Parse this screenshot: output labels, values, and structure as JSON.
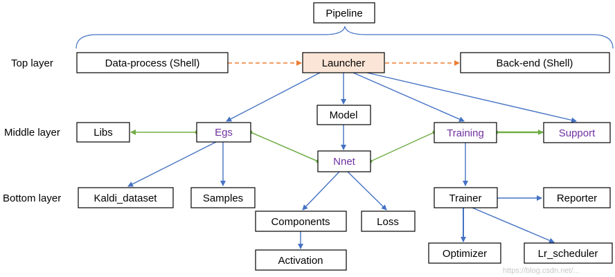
{
  "title": "Pipeline",
  "layers": {
    "top": "Top layer",
    "middle": "Middle layer",
    "bottom": "Bottom layer"
  },
  "nodes": {
    "pipeline": "Pipeline",
    "data_process": "Data-process (Shell)",
    "launcher": "Launcher",
    "back_end": "Back-end (Shell)",
    "model": "Model",
    "libs": "Libs",
    "egs": "Egs",
    "nnet": "Nnet",
    "training": "Training",
    "support": "Support",
    "kaldi_dataset": "Kaldi_dataset",
    "samples": "Samples",
    "components": "Components",
    "loss": "Loss",
    "trainer": "Trainer",
    "reporter": "Reporter",
    "activation": "Activation",
    "optimizer": "Optimizer",
    "lr_scheduler": "Lr_scheduler"
  },
  "colors": {
    "blue_arrow": "#4472c4",
    "orange_arrow": "#ed7d31",
    "green_link": "#70ad47",
    "purple_text": "#7030a0",
    "launcher_fill": "#fbe5d6",
    "brace": "#4472c4"
  },
  "watermark": "https://blog.csdn.net/..."
}
